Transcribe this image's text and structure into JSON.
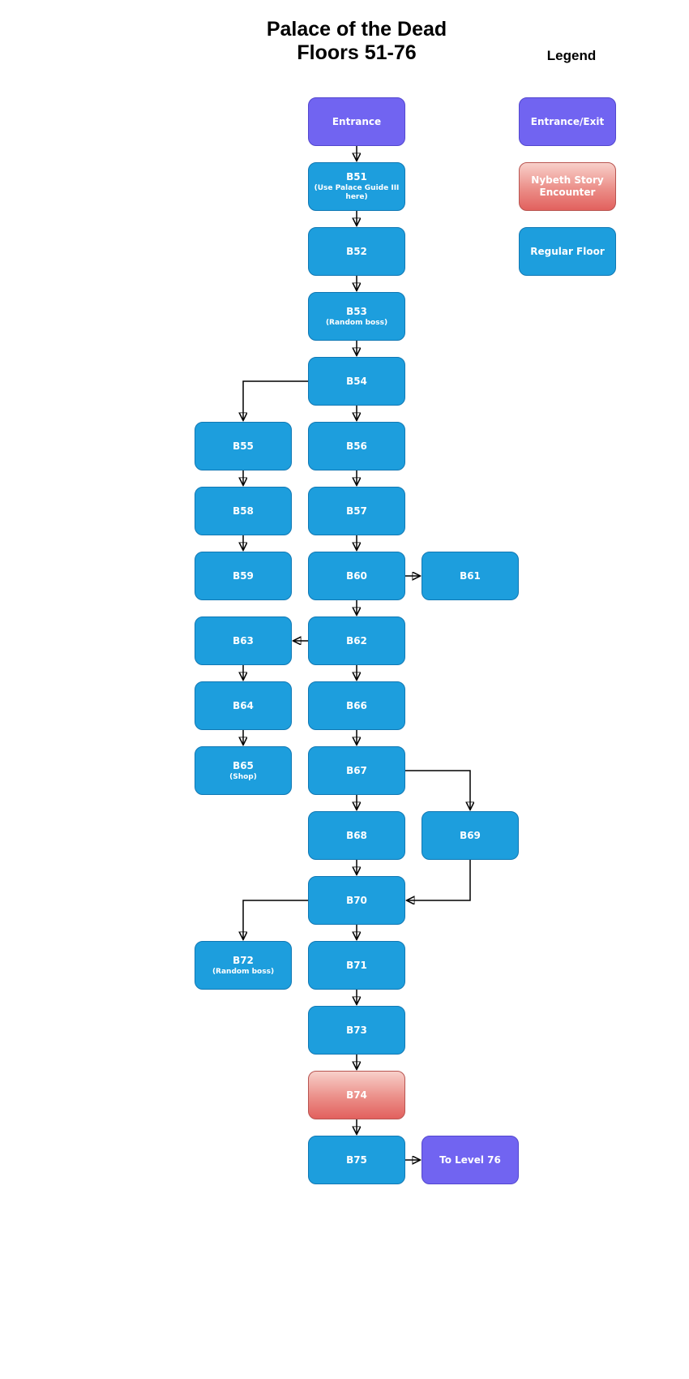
{
  "title": {
    "line1": "Palace of the Dead",
    "line2": "Floors 51-76"
  },
  "legend": {
    "heading": "Legend",
    "items": [
      {
        "label": "Entrance/Exit",
        "type": "entrance"
      },
      {
        "label": "Nybeth Story Encounter",
        "type": "story"
      },
      {
        "label": "Regular Floor",
        "type": "regular"
      }
    ]
  },
  "colors": {
    "regular_fill": "#1d9edd",
    "entrance_fill": "#7164f1",
    "story_fill_top": "#f8d0ca",
    "story_fill_bottom": "#e2615e",
    "story_border": "#b85450",
    "arrow": "#000000",
    "text": "#ffffff"
  },
  "diagram": {
    "nodes": [
      {
        "id": "entrance",
        "label": "Entrance",
        "type": "entrance"
      },
      {
        "id": "B51",
        "label": "B51",
        "sublabel": "(Use Palace Guide III here)",
        "type": "regular"
      },
      {
        "id": "B52",
        "label": "B52",
        "type": "regular"
      },
      {
        "id": "B53",
        "label": "B53",
        "sublabel": "(Random boss)",
        "type": "regular"
      },
      {
        "id": "B54",
        "label": "B54",
        "type": "regular"
      },
      {
        "id": "B55",
        "label": "B55",
        "type": "regular"
      },
      {
        "id": "B56",
        "label": "B56",
        "type": "regular"
      },
      {
        "id": "B58",
        "label": "B58",
        "type": "regular"
      },
      {
        "id": "B57",
        "label": "B57",
        "type": "regular"
      },
      {
        "id": "B59",
        "label": "B59",
        "type": "regular"
      },
      {
        "id": "B60",
        "label": "B60",
        "type": "regular"
      },
      {
        "id": "B61",
        "label": "B61",
        "type": "regular"
      },
      {
        "id": "B63",
        "label": "B63",
        "type": "regular"
      },
      {
        "id": "B62",
        "label": "B62",
        "type": "regular"
      },
      {
        "id": "B64",
        "label": "B64",
        "type": "regular"
      },
      {
        "id": "B66",
        "label": "B66",
        "type": "regular"
      },
      {
        "id": "B65",
        "label": "B65",
        "sublabel": "(Shop)",
        "type": "regular"
      },
      {
        "id": "B67",
        "label": "B67",
        "type": "regular"
      },
      {
        "id": "B68",
        "label": "B68",
        "type": "regular"
      },
      {
        "id": "B69",
        "label": "B69",
        "type": "regular"
      },
      {
        "id": "B70",
        "label": "B70",
        "type": "regular"
      },
      {
        "id": "B72",
        "label": "B72",
        "sublabel": "(Random boss)",
        "type": "regular"
      },
      {
        "id": "B71",
        "label": "B71",
        "type": "regular"
      },
      {
        "id": "B73",
        "label": "B73",
        "type": "regular"
      },
      {
        "id": "B74",
        "label": "B74",
        "type": "story"
      },
      {
        "id": "B75",
        "label": "B75",
        "type": "regular"
      },
      {
        "id": "to76",
        "label": "To Level 76",
        "type": "entrance"
      }
    ],
    "edges": [
      {
        "from": "entrance",
        "to": "B51"
      },
      {
        "from": "B51",
        "to": "B52"
      },
      {
        "from": "B52",
        "to": "B53"
      },
      {
        "from": "B53",
        "to": "B54"
      },
      {
        "from": "B54",
        "to": "B55"
      },
      {
        "from": "B54",
        "to": "B56"
      },
      {
        "from": "B55",
        "to": "B58"
      },
      {
        "from": "B56",
        "to": "B57"
      },
      {
        "from": "B58",
        "to": "B59"
      },
      {
        "from": "B57",
        "to": "B60"
      },
      {
        "from": "B60",
        "to": "B61"
      },
      {
        "from": "B60",
        "to": "B62"
      },
      {
        "from": "B62",
        "to": "B63"
      },
      {
        "from": "B62",
        "to": "B66"
      },
      {
        "from": "B63",
        "to": "B64"
      },
      {
        "from": "B64",
        "to": "B65"
      },
      {
        "from": "B66",
        "to": "B67"
      },
      {
        "from": "B67",
        "to": "B68"
      },
      {
        "from": "B67",
        "to": "B69"
      },
      {
        "from": "B68",
        "to": "B70"
      },
      {
        "from": "B69",
        "to": "B70"
      },
      {
        "from": "B70",
        "to": "B72"
      },
      {
        "from": "B70",
        "to": "B71"
      },
      {
        "from": "B71",
        "to": "B73"
      },
      {
        "from": "B73",
        "to": "B74"
      },
      {
        "from": "B74",
        "to": "B75"
      },
      {
        "from": "B75",
        "to": "to76"
      }
    ]
  }
}
